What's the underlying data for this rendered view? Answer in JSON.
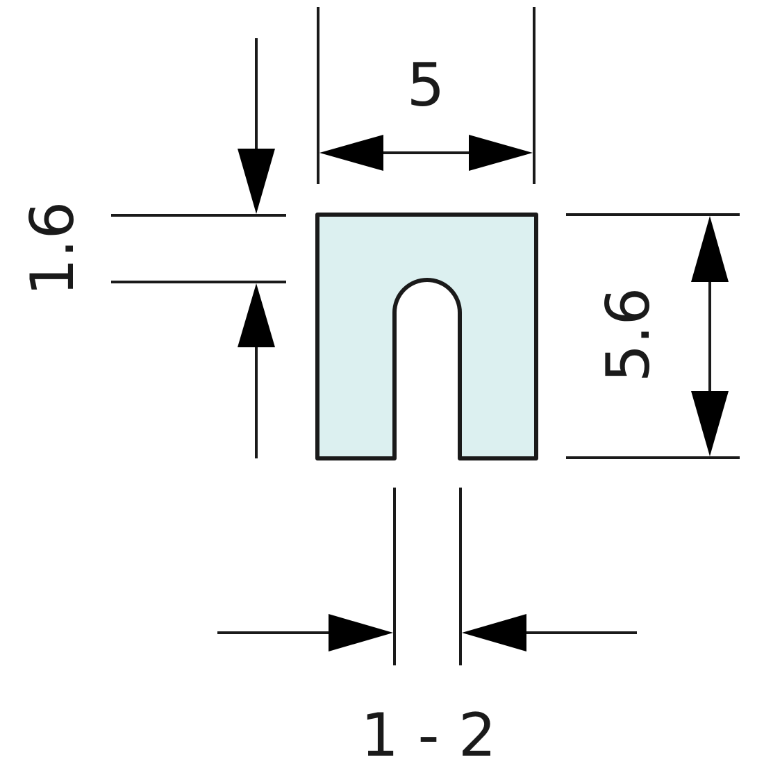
{
  "colors": {
    "profile_fill": "#dcf0f0",
    "line": "#1a1a1a",
    "arrow": "#000000"
  },
  "dimensions": {
    "top_width": "5",
    "left_height": "1.6",
    "right_height": "5.6",
    "bottom_slot": "1 - 2"
  }
}
